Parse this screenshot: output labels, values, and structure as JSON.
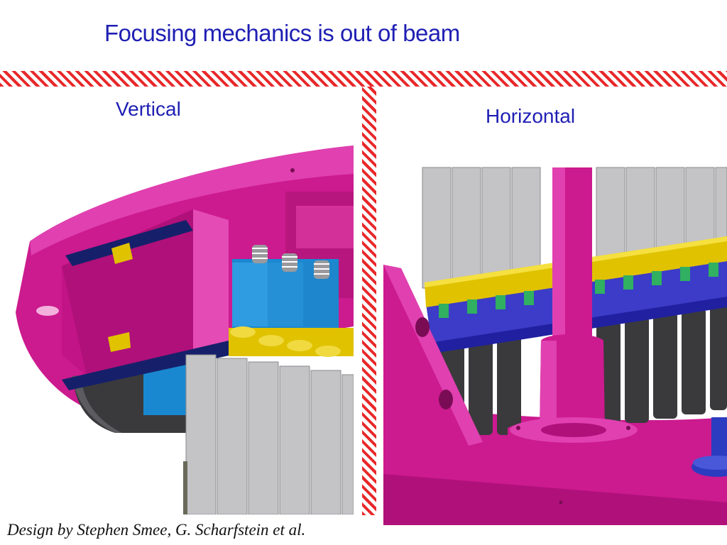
{
  "slide": {
    "title": "Focusing mechanics is out of beam",
    "labels": {
      "vertical": "Vertical",
      "horizontal": "Horizontal"
    },
    "caption": "Design by Stephen Smee, G. Scharfstein et al."
  },
  "colors": {
    "title_text": "#1f1fb4",
    "hatch": "#e8282a",
    "magenta": "#cc1a8f",
    "blue_block": "#1a88d0",
    "gold": "#e0c200",
    "grey_plate": "#c4c4c6",
    "dark_cylinder": "#3a3a3c",
    "navy": "#16206a",
    "purple_band": "#3c3cc8"
  }
}
